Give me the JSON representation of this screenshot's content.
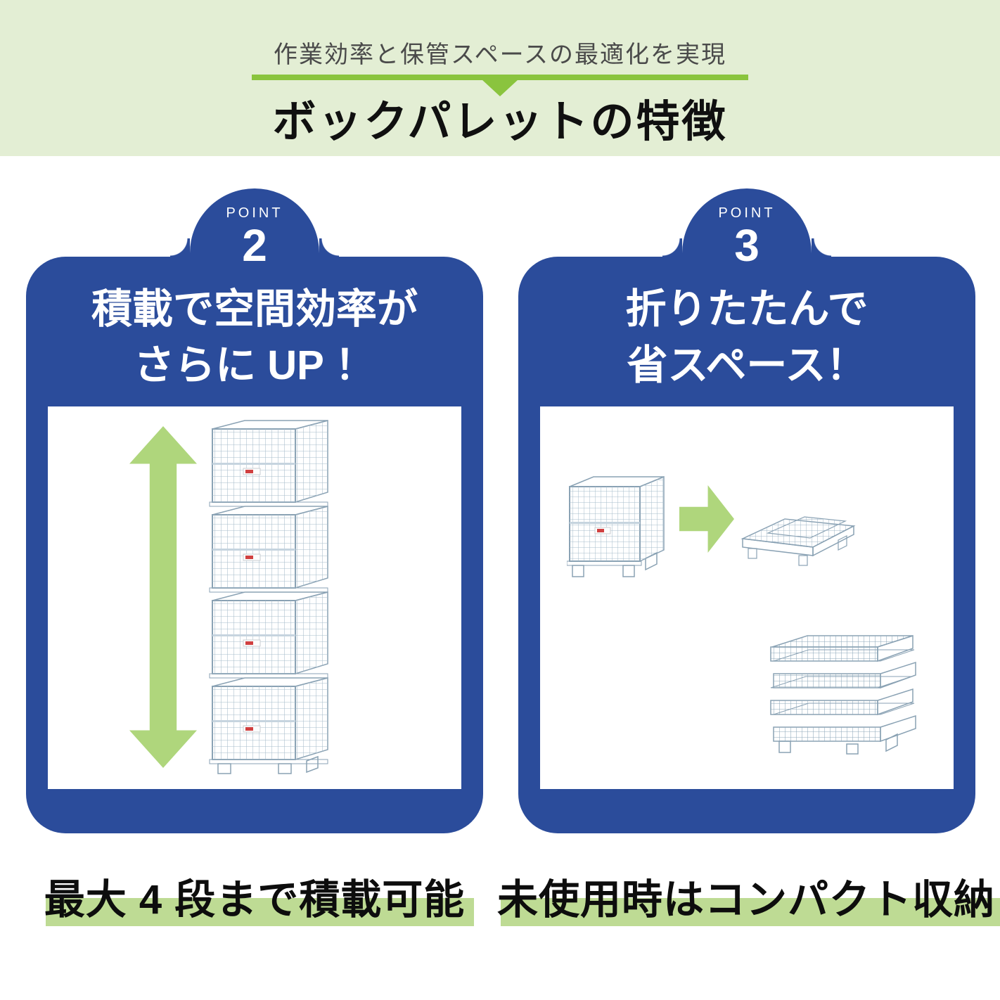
{
  "header": {
    "subtitle": "作業効率と保管スペースの最適化を実現",
    "title": "ボックパレットの特徴"
  },
  "points": [
    {
      "badge_label": "POINT",
      "badge_number": "2",
      "heading_line1": "積載で空間効率が",
      "heading_line2": "さらに UP ！",
      "caption": "最大 4 段まで積載可能",
      "illustration": "stacked-wire-mesh-pallets-4-tiers-with-vertical-double-arrow"
    },
    {
      "badge_label": "POINT",
      "badge_number": "3",
      "heading_line1": "折りたたんで",
      "heading_line2": "省スペース！",
      "caption": "未使用時はコンパクト収納",
      "illustration": "wire-container-folding-sequence-and-stacked-flat-pile"
    }
  ],
  "icons": {
    "height_arrow": "double-headed-vertical-arrow",
    "fold_arrow": "right-arrow",
    "header_notch": "down-triangle"
  },
  "colors": {
    "header_bg": "#E3EED4",
    "accent_green": "#8AC43E",
    "arrow_green": "#AFD67C",
    "highlight_green": "#BEDB94",
    "panel_blue": "#2B4C9B",
    "title_black": "#101010",
    "subtitle_gray": "#4A4A4A"
  }
}
